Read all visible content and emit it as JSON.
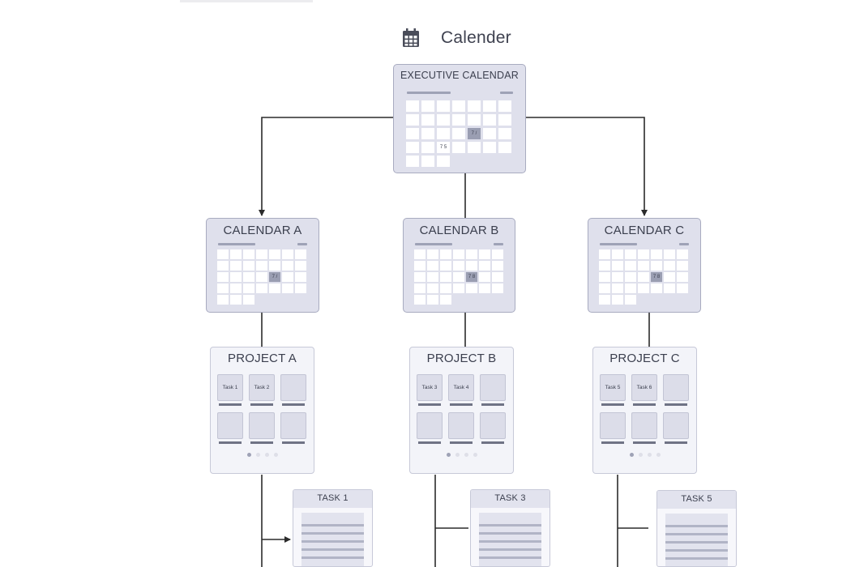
{
  "header": {
    "title": "Calender",
    "icon": "calendar-icon"
  },
  "executive": {
    "title": "EXECUTIVE CALENDAR",
    "marks": {
      "upper": "7 /",
      "lower": "7 5"
    }
  },
  "calendars": [
    {
      "title": "CALENDAR A",
      "mark": "7 /"
    },
    {
      "title": "CALENDAR B",
      "mark": "7 8"
    },
    {
      "title": "CALENDAR C",
      "mark": "7 8"
    }
  ],
  "projects": [
    {
      "title": "PROJECT A",
      "tasks": [
        "Task 1",
        "Task 2"
      ]
    },
    {
      "title": "PROJECT B",
      "tasks": [
        "Task 3",
        "Task 4"
      ]
    },
    {
      "title": "PROJECT C",
      "tasks": [
        "Task 5",
        "Task 6"
      ]
    }
  ],
  "task_cards": [
    {
      "title": "TASK 1"
    },
    {
      "title": "TASK 3"
    },
    {
      "title": "TASK 5"
    }
  ],
  "colors": {
    "card_fill": "#dfe0ec",
    "card_border": "#a8abc0",
    "highlight": "#9a9eb2",
    "connector": "#2b2b2b"
  }
}
